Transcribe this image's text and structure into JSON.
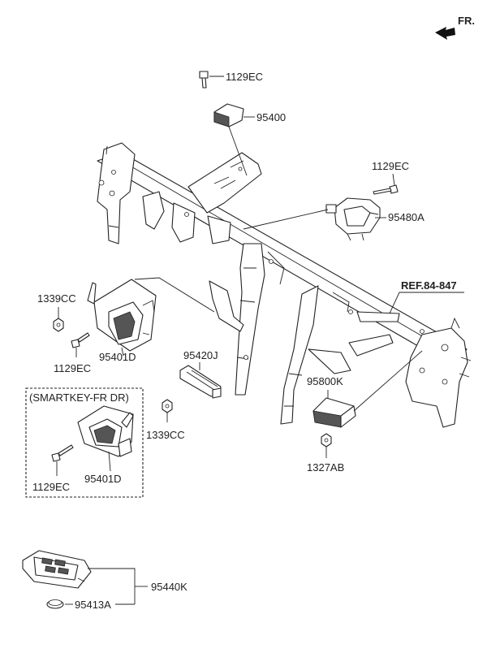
{
  "direction": {
    "label": "FR."
  },
  "ref": {
    "label": "REF.84-847"
  },
  "box": {
    "label": "(SMARTKEY-FR DR)"
  },
  "labels": {
    "bolt_top": "1129EC",
    "p95400": "95400",
    "bolt_right": "1129EC",
    "p95480A": "95480A",
    "nut_left": "1339CC",
    "bolt_left": "1129EC",
    "p95401D_top": "95401D",
    "p95420J": "95420J",
    "nut_mid": "1339CC",
    "p95800K": "95800K",
    "nut_right": "1327AB",
    "p95401D_box": "95401D",
    "bolt_box": "1129EC",
    "p95440K": "95440K",
    "p95413A": "95413A"
  },
  "colors": {
    "line": "#222222",
    "fill": "#ffffff",
    "shade": "#555555"
  }
}
